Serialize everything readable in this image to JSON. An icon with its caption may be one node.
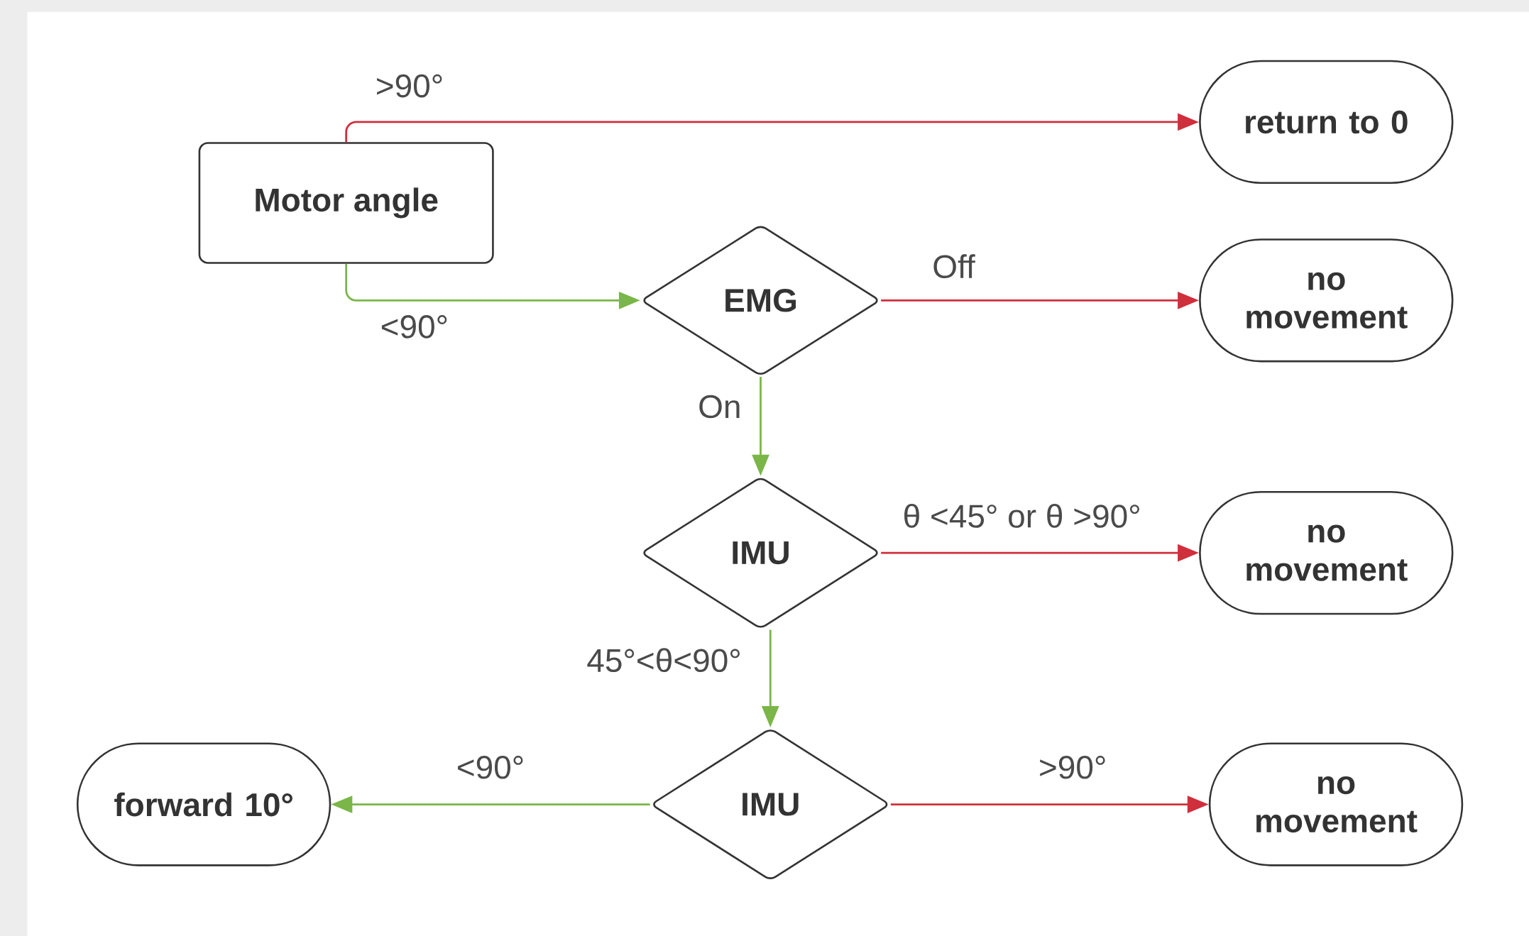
{
  "diagram": {
    "nodes": [
      {
        "text": [
          "Motor angle"
        ]
      },
      {
        "text": [
          "return to 0"
        ]
      },
      {
        "text": [
          "EMG"
        ]
      },
      {
        "text": [
          "no movement"
        ]
      },
      {
        "text": [
          "IMU"
        ]
      },
      {
        "text": [
          "no movement"
        ]
      },
      {
        "text": [
          "IMU"
        ]
      },
      {
        "text": [
          "forward 10°"
        ]
      },
      {
        "text": [
          "no movement"
        ]
      }
    ],
    "edges": [
      {
        "from": 0,
        "to": 1,
        "arrow": "to",
        "label": ">90°",
        "color": "#d02f3c"
      },
      {
        "from": 0,
        "to": 2,
        "arrow": "to",
        "label": "<90°",
        "color": "#7ab648"
      },
      {
        "from": 2,
        "to": 3,
        "arrow": "to",
        "label": "Off",
        "color": "#d02f3c"
      },
      {
        "from": 2,
        "to": 4,
        "arrow": "to",
        "label": "On",
        "color": "#7ab648"
      },
      {
        "from": 4,
        "to": 5,
        "arrow": "to",
        "label": "θ <45° or θ >90°",
        "color": "#d02f3c"
      },
      {
        "from": 4,
        "to": 6,
        "arrow": "to",
        "label": "45°<θ<90°",
        "color": "#7ab648"
      },
      {
        "from": 6,
        "to": 7,
        "arrow": "to",
        "label": "<90°",
        "color": "#7ab648"
      },
      {
        "from": 6,
        "to": 8,
        "arrow": "to",
        "label": ">90°",
        "color": "#d02f3c"
      }
    ]
  }
}
